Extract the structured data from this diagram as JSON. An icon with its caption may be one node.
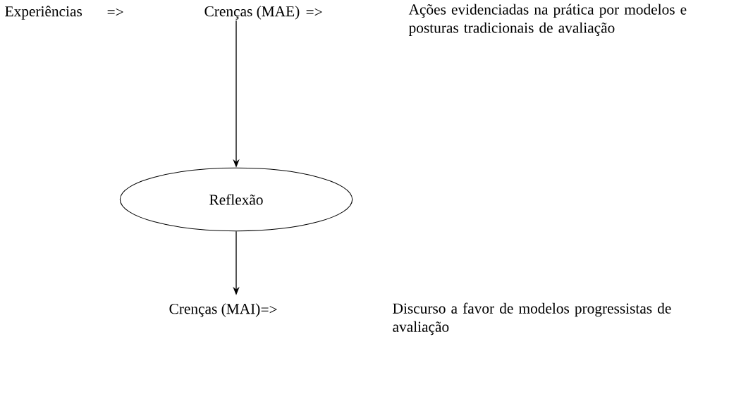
{
  "diagram": {
    "nodes": [
      {
        "text": [
          "Experiências"
        ]
      },
      {
        "text": [
          "Crenças (MAE)"
        ]
      },
      {
        "text": [
          "Ações evidenciadas na prática por modelos e posturas tradicionais de avaliação"
        ]
      },
      {
        "text": [
          "Reflexão"
        ]
      },
      {
        "text": [
          "Crenças (MAI)"
        ]
      },
      {
        "text": [
          "Discurso a favor de modelos progressistas de avaliação"
        ]
      }
    ],
    "edges": [
      {
        "from": 1,
        "to": 3,
        "arrow": "to"
      },
      {
        "from": 3,
        "to": 4,
        "arrow": "to"
      }
    ],
    "labels": [
      "=>",
      "=>",
      "=>"
    ]
  }
}
